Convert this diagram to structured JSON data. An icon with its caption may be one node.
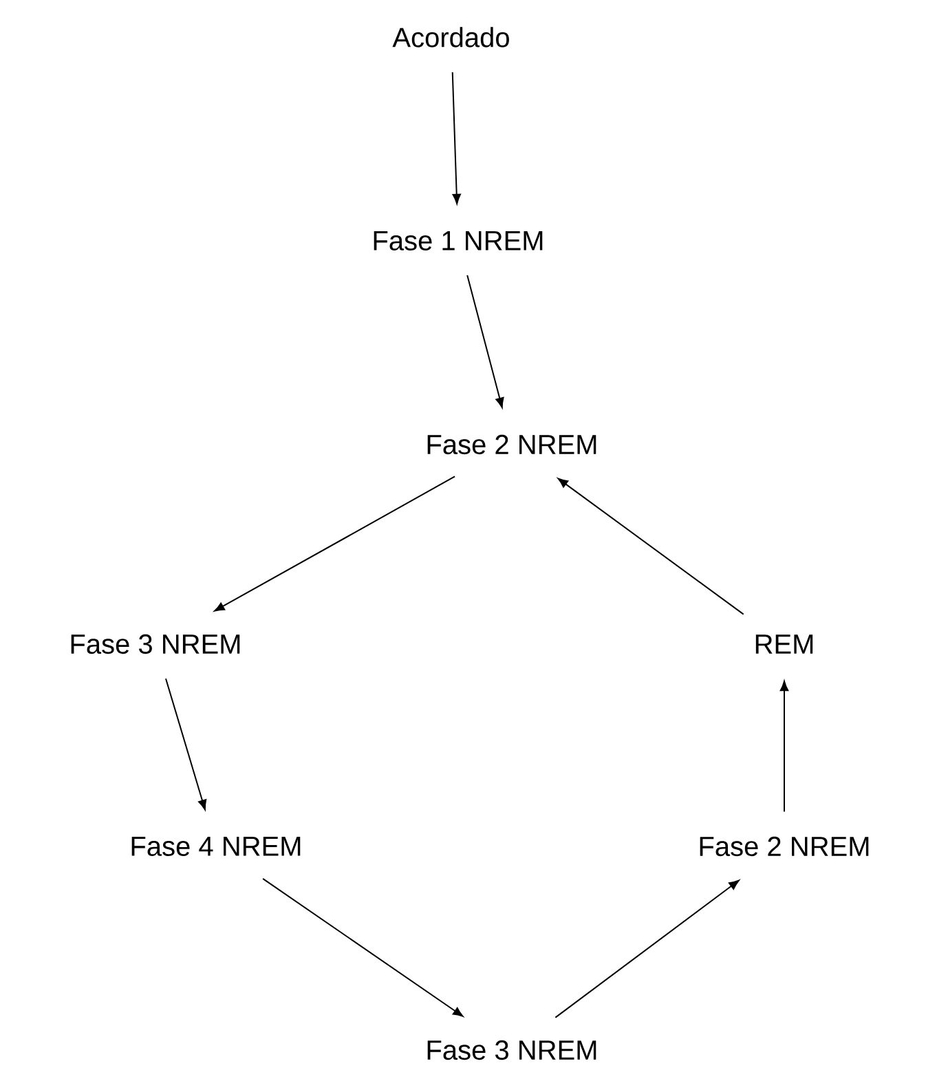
{
  "diagram": {
    "nodes": [
      {
        "text": [
          "Acordado"
        ]
      },
      {
        "text": [
          "Fase 1 NREM"
        ]
      },
      {
        "text": [
          "Fase 2 NREM"
        ]
      },
      {
        "text": [
          "Fase 3 NREM"
        ]
      },
      {
        "text": [
          "Fase 4 NREM"
        ]
      },
      {
        "text": [
          "Fase 3 NREM"
        ]
      },
      {
        "text": [
          "Fase 2 NREM"
        ]
      },
      {
        "text": [
          "REM"
        ]
      }
    ],
    "edges": [
      {
        "from": 0,
        "to": 1,
        "arrow": "to"
      },
      {
        "from": 1,
        "to": 2,
        "arrow": "to"
      },
      {
        "from": 2,
        "to": 3,
        "arrow": "to"
      },
      {
        "from": 3,
        "to": 4,
        "arrow": "to"
      },
      {
        "from": 4,
        "to": 5,
        "arrow": "to"
      },
      {
        "from": 5,
        "to": 6,
        "arrow": "to"
      },
      {
        "from": 6,
        "to": 7,
        "arrow": "to"
      },
      {
        "from": 7,
        "to": 2,
        "arrow": "to"
      }
    ]
  }
}
